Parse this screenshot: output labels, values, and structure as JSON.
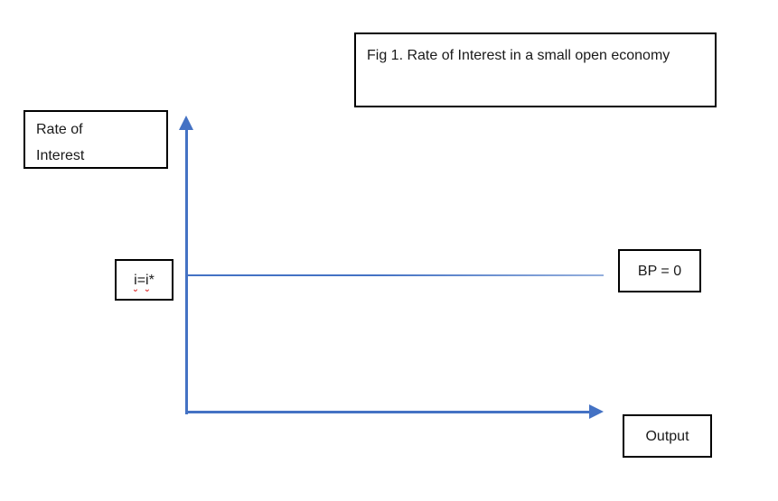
{
  "diagram": {
    "title": "Fig 1. Rate of Interest in a small open economy",
    "y_axis_label": {
      "line1": "Rate of",
      "line2": "Interest"
    },
    "x_axis_label": "Output",
    "curve_label": "BP = 0",
    "interest_level_label": {
      "full": "i=i*",
      "parts": [
        {
          "text": "i",
          "misspelled": true
        },
        {
          "text": "=",
          "misspelled": false
        },
        {
          "text": "i",
          "misspelled": true
        },
        {
          "text": "*",
          "misspelled": false
        }
      ]
    },
    "colors": {
      "axis_blue": "#4472c4",
      "bp_line_fade": "#94afdd",
      "box_border": "#000000",
      "squiggle_red": "#d40000",
      "background": "#ffffff"
    }
  }
}
